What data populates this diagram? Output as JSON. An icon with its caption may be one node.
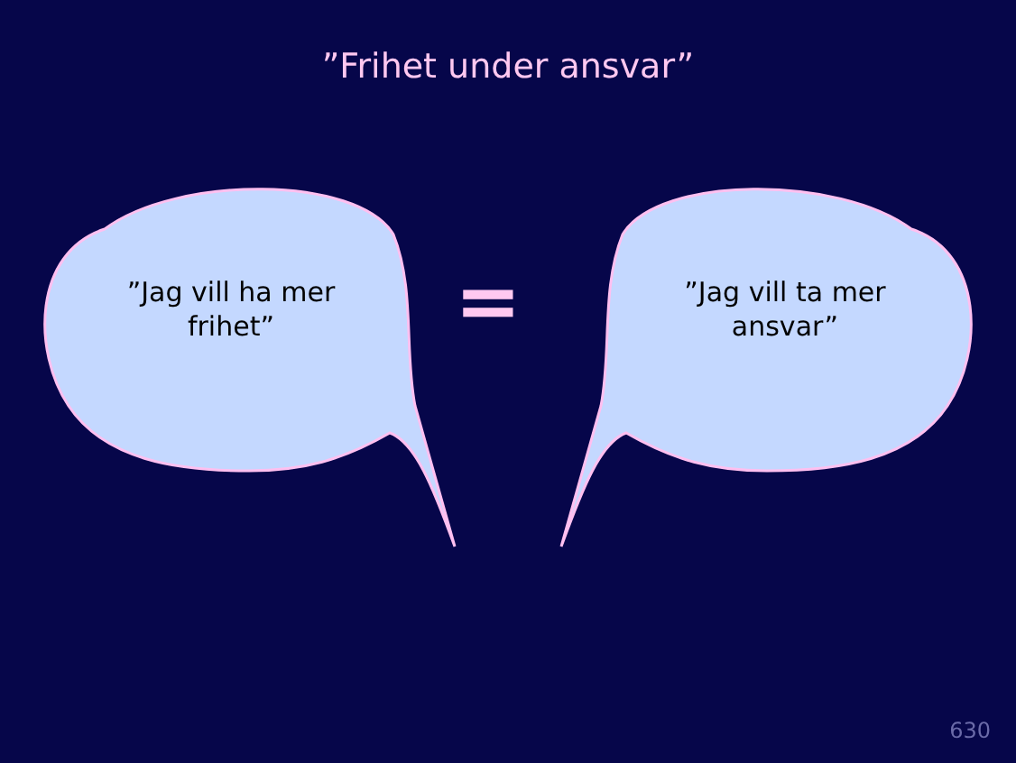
{
  "diagram": {
    "title": "”Frihet under ansvar”",
    "nodes": [
      {
        "text": [
          "”Jag vill ha mer frihet”"
        ]
      },
      {
        "text": [
          "”Jag vill ta mer ansvar”"
        ]
      }
    ],
    "edges": [],
    "labels": [
      "=",
      "630"
    ]
  }
}
